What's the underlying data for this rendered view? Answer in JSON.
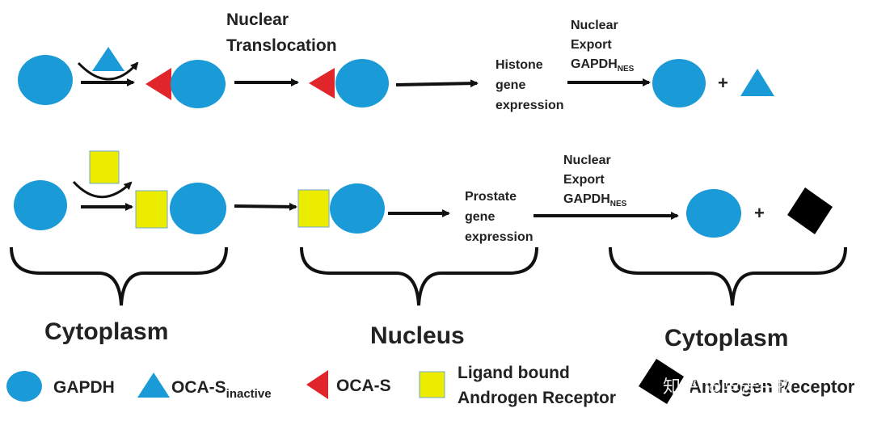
{
  "row1": {
    "step1_label": [
      "Nuclear",
      "Translocation"
    ],
    "step2_label": [
      "Histone",
      "gene",
      "expression"
    ],
    "step3_label": [
      "Nuclear",
      "Export"
    ],
    "step3_sub_main": "GAPDH",
    "step3_sub_script": "NES",
    "plus": "+"
  },
  "row2": {
    "step2_label": [
      "Prostate",
      "gene",
      "expression"
    ],
    "step3_label": [
      "Nuclear",
      "Export"
    ],
    "step3_sub_main": "GAPDH",
    "step3_sub_script": "NES",
    "plus": "+"
  },
  "compartments": {
    "left": "Cytoplasm",
    "middle": "Nucleus",
    "right": "Cytoplasm"
  },
  "legend": {
    "gapdh": "GAPDH",
    "oca_s_inactive_main": "OCA-S",
    "oca_s_inactive_sub": "inactive",
    "oca_s": "OCA-S",
    "ligand_ar": [
      "Ligand bound",
      "Androgen Receptor"
    ],
    "androgen_receptor": "Androgen Receptor"
  },
  "watermark": "知乎 @华舍生物",
  "colors": {
    "gapdh": "#1b9ad8",
    "oca_s_inactive": "#1b9ad8",
    "oca_s": "#e0262b",
    "ligand_ar": "#ecec00",
    "androgen_receptor": "#000000"
  }
}
